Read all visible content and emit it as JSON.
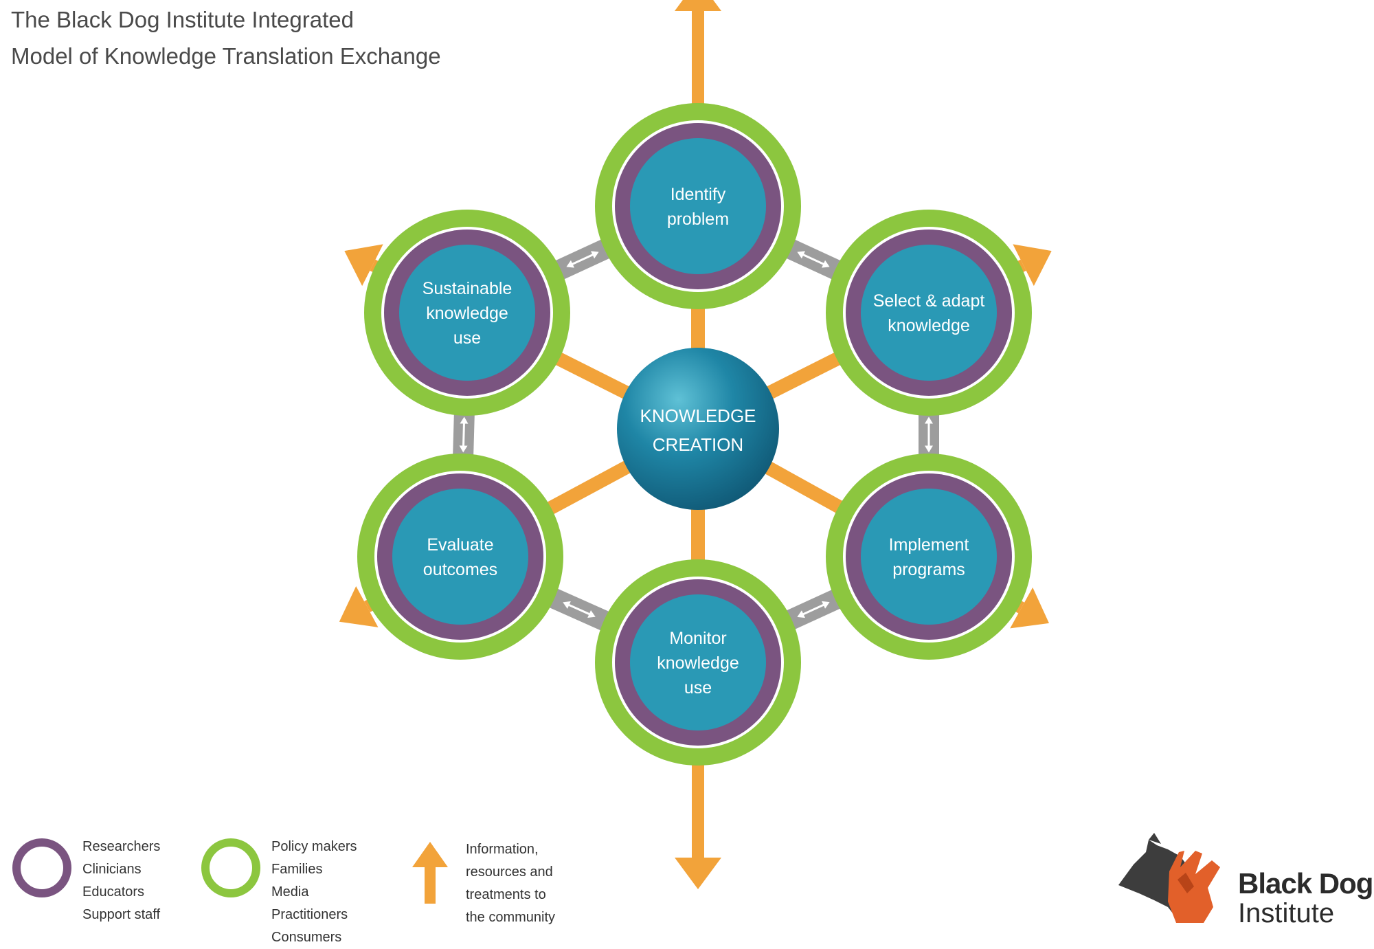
{
  "title": {
    "line1": "The Black Dog Institute Integrated",
    "line2": "Model of Knowledge Translation Exchange"
  },
  "center": {
    "line1": "KNOWLEDGE",
    "line2": "CREATION"
  },
  "nodes": [
    {
      "key": "identify",
      "lines": [
        "Identify",
        "problem"
      ]
    },
    {
      "key": "select",
      "lines": [
        "Select & adapt",
        "knowledge"
      ]
    },
    {
      "key": "implement",
      "lines": [
        "Implement",
        "programs"
      ]
    },
    {
      "key": "monitor",
      "lines": [
        "Monitor",
        "knowledge",
        "use"
      ]
    },
    {
      "key": "evaluate",
      "lines": [
        "Evaluate",
        "outcomes"
      ]
    },
    {
      "key": "sustainable",
      "lines": [
        "Sustainable",
        "knowledge",
        "use"
      ]
    }
  ],
  "legend": {
    "purple_group": [
      "Researchers",
      "Clinicians",
      "Educators",
      "Support staff"
    ],
    "green_group": [
      "Policy makers",
      "Families",
      "Media",
      "Practitioners",
      "Consumers"
    ],
    "arrow_text": [
      "Information,",
      "resources and",
      "treatments to",
      "the community"
    ]
  },
  "logo": {
    "line1": "Black Dog",
    "line2": "Institute"
  },
  "colors": {
    "green": "#8cc63f",
    "purple": "#7a5480",
    "teal": "#2a99b5",
    "orange": "#f2a33a",
    "gray": "#9d9d9d",
    "center_dark": "#136b8a",
    "center_light": "#3fb0c9"
  },
  "icons": {
    "arrow": "orange-arrow-icon",
    "connector": "double-arrow-icon",
    "logo": "dog-silhouette-icon"
  }
}
